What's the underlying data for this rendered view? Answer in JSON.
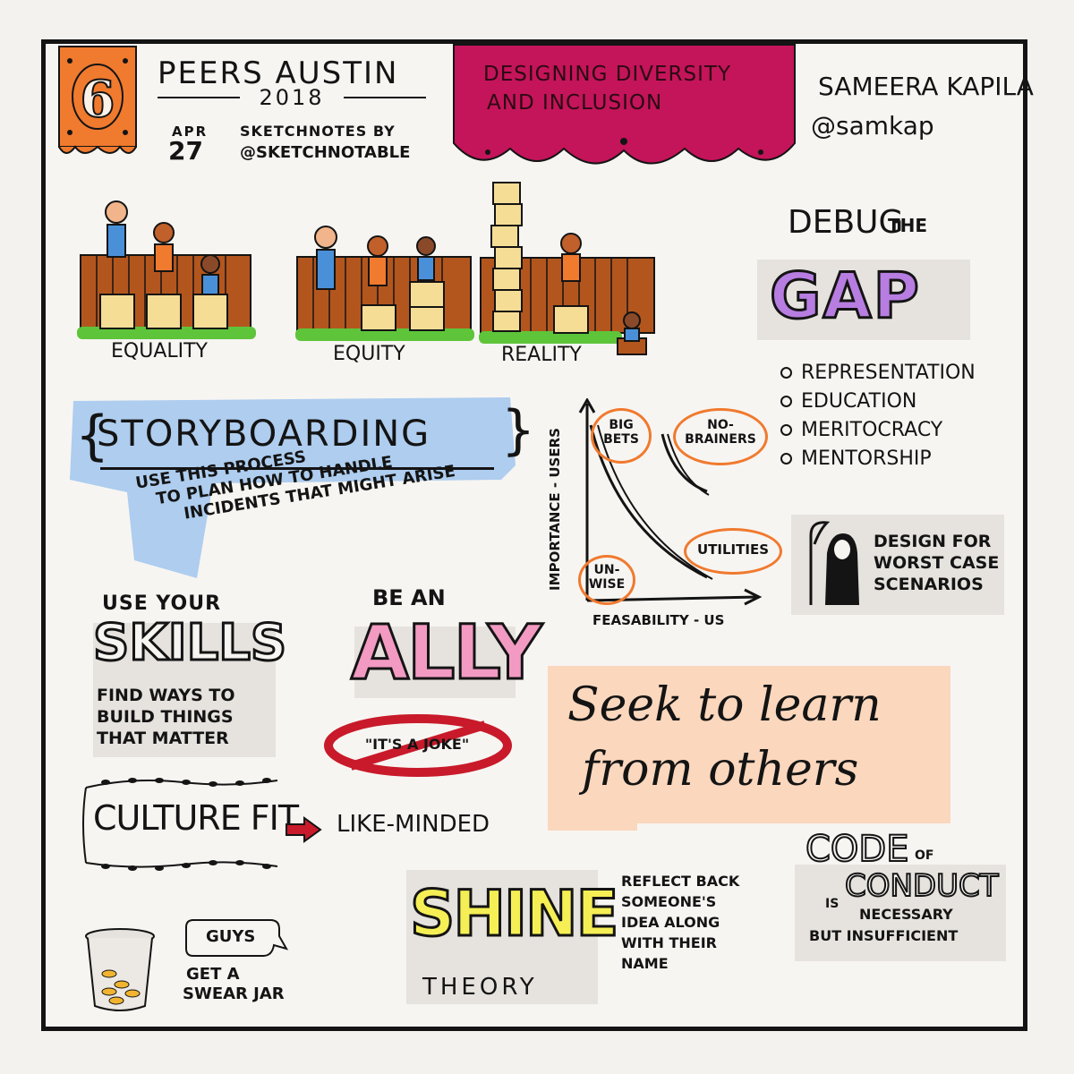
{
  "header": {
    "number": "6",
    "event": "PEERS AUSTIN",
    "year": "2018",
    "month": "APR",
    "day": "27",
    "credit_line1": "SKETCHNOTES BY",
    "credit_line2": "@SKETCHNOTABLE",
    "talk_title_line1": "DESIGNING DIVERSITY",
    "talk_title_line2": "AND INCLUSION",
    "speaker": "SAMEERA KAPILA",
    "handle": "@samkap"
  },
  "fence_panels": [
    {
      "label": "EQUALITY"
    },
    {
      "label": "EQUITY"
    },
    {
      "label": "REALITY"
    }
  ],
  "debug": {
    "word1": "DEBUG",
    "word2": "THE",
    "gap": "GAP",
    "items": [
      "REPRESENTATION",
      "EDUCATION",
      "MERITOCRACY",
      "MENTORSHIP"
    ]
  },
  "storyboarding": {
    "title": "STORYBOARDING",
    "line1": "USE THIS PROCESS",
    "line2": "TO PLAN HOW TO HANDLE",
    "line3": "INCIDENTS THAT MIGHT ARISE"
  },
  "chart": {
    "ylabel": "IMPORTANCE - USERS",
    "xlabel": "FEASABILITY - US",
    "big_bets": [
      "BIG",
      "BETS"
    ],
    "no_brainers": [
      "NO-",
      "BRAINERS"
    ],
    "utilities": "UTILITIES",
    "unwise": [
      "UN-",
      "WISE"
    ]
  },
  "worst_case": {
    "line1": "DESIGN FOR",
    "line2": "WORST CASE",
    "line3": "SCENARIOS"
  },
  "skills": {
    "top": "USE YOUR",
    "big": "SKILLS",
    "line1": "FIND WAYS TO",
    "line2": "BUILD THINGS",
    "line3": "THAT MATTER"
  },
  "ally": {
    "top": "BE AN",
    "big": "ALLY",
    "joke": "\"IT'S A JOKE\""
  },
  "learn": {
    "line1": "Seek to learn",
    "line2": "from others"
  },
  "culture": {
    "left": "CULTURE FIT",
    "right": "LIKE-MINDED"
  },
  "swear": {
    "bubble": "GUYS",
    "line1": "GET A",
    "line2": "SWEAR JAR"
  },
  "shine": {
    "big": "SHINE",
    "sub": "THEORY",
    "line1": "REFLECT BACK",
    "line2": "SOMEONE'S",
    "line3": "IDEA ALONG",
    "line4": "WITH THEIR",
    "line5": "NAME"
  },
  "code": {
    "code": "CODE",
    "of": "OF",
    "is": "IS",
    "conduct": "CONDUCT",
    "line1": "NECESSARY",
    "line2": "BUT INSUFFICIENT"
  },
  "colors": {
    "orange": "#f07a2e",
    "magenta": "#c4145a",
    "purple": "#b77de0",
    "blue": "#aecdef",
    "peach": "#fbd7bd",
    "pink": "#f29ac2",
    "yellow": "#f5ef55",
    "fence": "#b3561e",
    "grass": "#5ec43a",
    "crate": "#f6dd96"
  }
}
